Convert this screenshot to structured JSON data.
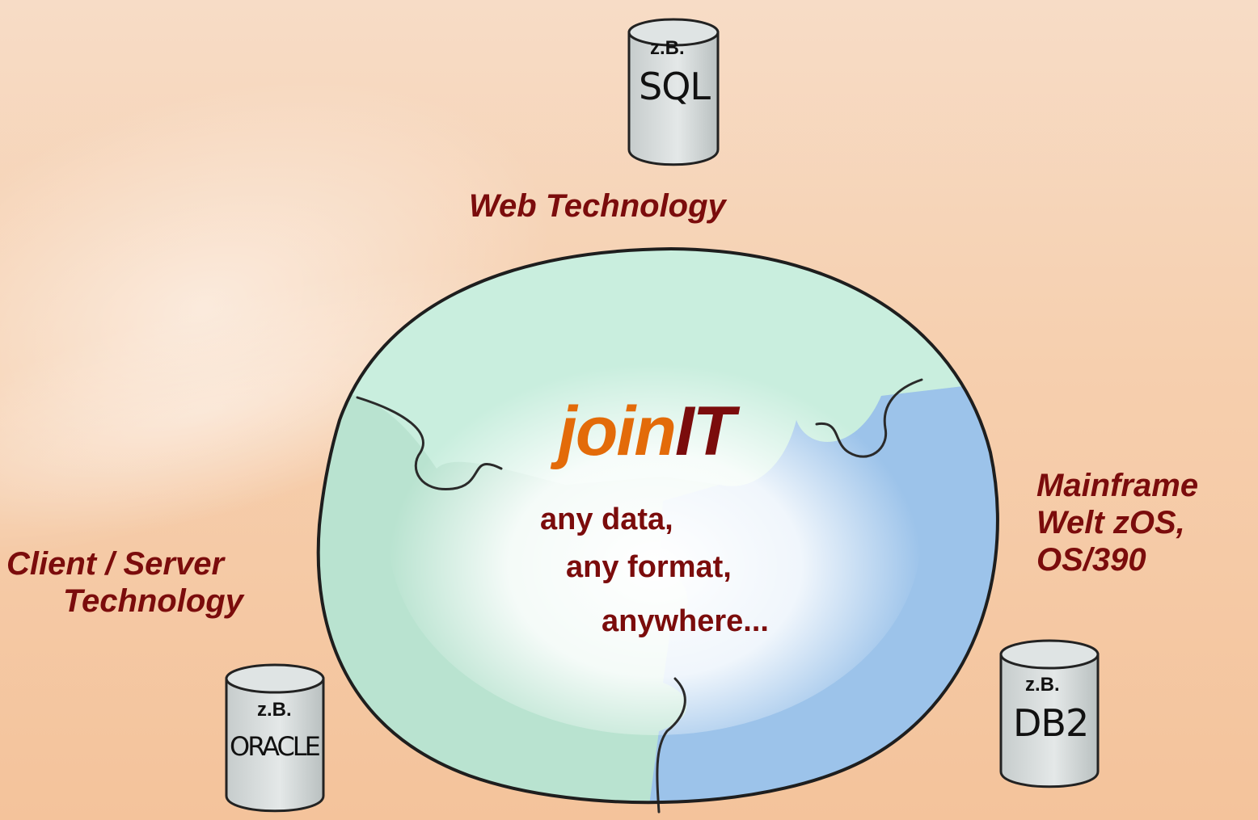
{
  "labels": {
    "web": "Web Technology",
    "client_line1": "Client / Server",
    "client_line2": "Technology",
    "mainframe_line1": "Mainframe",
    "mainframe_line2": "Welt zOS,",
    "mainframe_line3": "OS/390"
  },
  "brand": {
    "part1": "join",
    "part2": "IT"
  },
  "tagline": {
    "line1": "any data,",
    "line2": "any format,",
    "line3": "anywhere..."
  },
  "databases": {
    "sql": {
      "tag": "z.B.",
      "name": "SQL"
    },
    "oracle": {
      "tag": "z.B.",
      "name": "ORACLE"
    },
    "db2": {
      "tag": "z.B.",
      "name": "DB2"
    }
  },
  "colors": {
    "label": "#7b0c0c",
    "brand_orange": "#e36b09"
  }
}
